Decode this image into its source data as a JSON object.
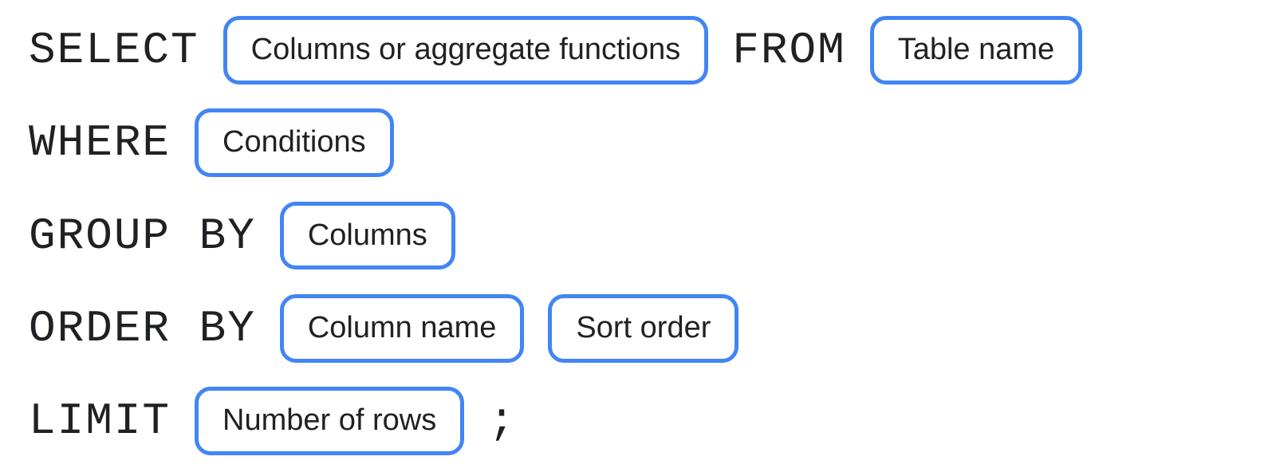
{
  "colors": {
    "background": "#ffffff",
    "pill_border": "#4285f4",
    "keyword_text": "#202124",
    "pill_text": "#202124"
  },
  "diagram": {
    "lines": [
      {
        "keyword": "SELECT",
        "pill": "Columns or aggregate functions",
        "keyword2": "FROM",
        "pill2": "Table name"
      },
      {
        "keyword": "WHERE",
        "pill": "Conditions"
      },
      {
        "keyword": "GROUP BY",
        "pill": "Columns"
      },
      {
        "keyword": "ORDER BY",
        "pill": "Column name",
        "pill2": "Sort order"
      },
      {
        "keyword": "LIMIT",
        "pill": "Number of rows",
        "suffix": ";"
      }
    ]
  }
}
